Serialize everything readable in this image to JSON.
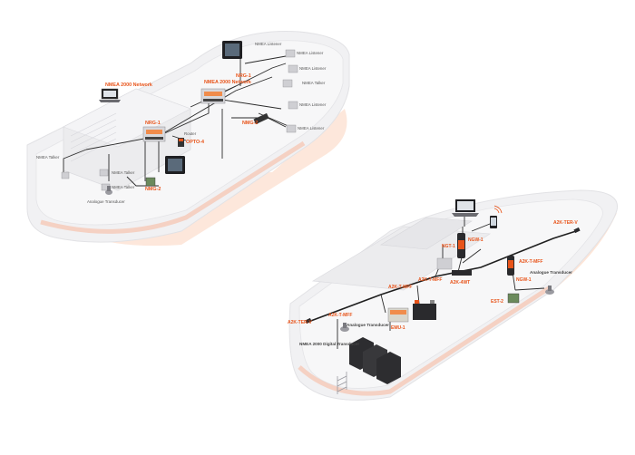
{
  "ship": {
    "labels_orange": [
      "NMEA 2000 Network",
      "NRG-1",
      "NMEA 2000 Network",
      "NRG-1",
      "NMG-2",
      "NMG-2",
      "OPTO-4"
    ],
    "labels_grey": [
      "NMEA Listener",
      "NMEA Listener",
      "NMEA Listener",
      "NMEA Listener",
      "NMEA Listener",
      "NMEA Talker",
      "NMEA Talker",
      "NMEA Talker",
      "Router",
      "Analogue Transducer",
      "NMEA Talker"
    ]
  },
  "yacht": {
    "labels_orange": [
      "A2K-TER-V",
      "NGT-1",
      "NGW-1",
      "A2K-T-MFF",
      "A2K-4WT",
      "A2K-T-MFF",
      "NGW-1",
      "A2K-T-MFF",
      "EST-2",
      "A2K-TER-V",
      "A2K-T-MFF",
      "EMU-1"
    ],
    "labels_grey": [
      "Analogue Transducer",
      "Analogue Transducer",
      "NMEA 2000 Digital Transducer"
    ]
  }
}
